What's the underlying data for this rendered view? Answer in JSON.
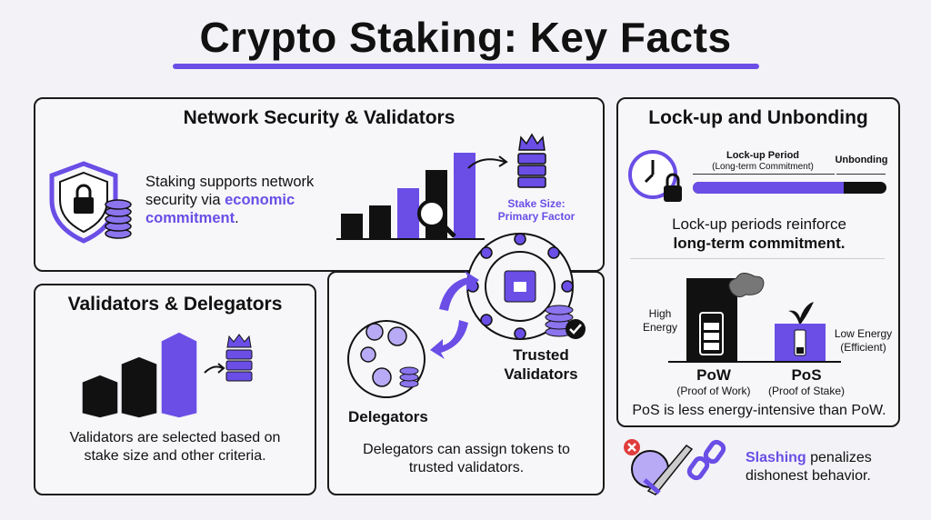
{
  "title": "Crypto Staking: Key Facts",
  "colors": {
    "accent": "#6a4ee6",
    "dark": "#111111",
    "background": "#f3f3f7"
  },
  "network": {
    "heading": "Network Security & Validators",
    "text_pre": "Staking supports network security via",
    "text_em": "economic commitment",
    "text_post": ".",
    "stake_label_1": "Stake Size:",
    "stake_label_2": "Primary Factor"
  },
  "validators": {
    "heading": "Validators & Delegators",
    "text": "Validators are selected based on stake size and other criteria."
  },
  "delegation": {
    "delegators_label": "Delegators",
    "trusted_1": "Trusted",
    "trusted_2": "Validators",
    "text": "Delegators can assign tokens to trusted validators."
  },
  "lockup": {
    "heading": "Lock-up and Unbonding",
    "period_label": "Lock-up Period",
    "period_sub": "(Long-term Commitment)",
    "unbonding_label": "Unbonding",
    "lockup_fraction": 0.78,
    "text_1": "Lock-up periods reinforce",
    "text_2": "long-term commitment."
  },
  "energy": {
    "high_1": "High",
    "high_2": "Energy",
    "low_1": "Low Energy",
    "low_2": "(Efficient)",
    "pow": "PoW",
    "pow_sub": "(Proof of Work)",
    "pos": "PoS",
    "pos_sub": "(Proof of Stake)",
    "text": "PoS is less energy-intensive than PoW."
  },
  "slashing": {
    "em": "Slashing",
    "text_1": " penalizes",
    "text_2": "dishonest behavior."
  }
}
